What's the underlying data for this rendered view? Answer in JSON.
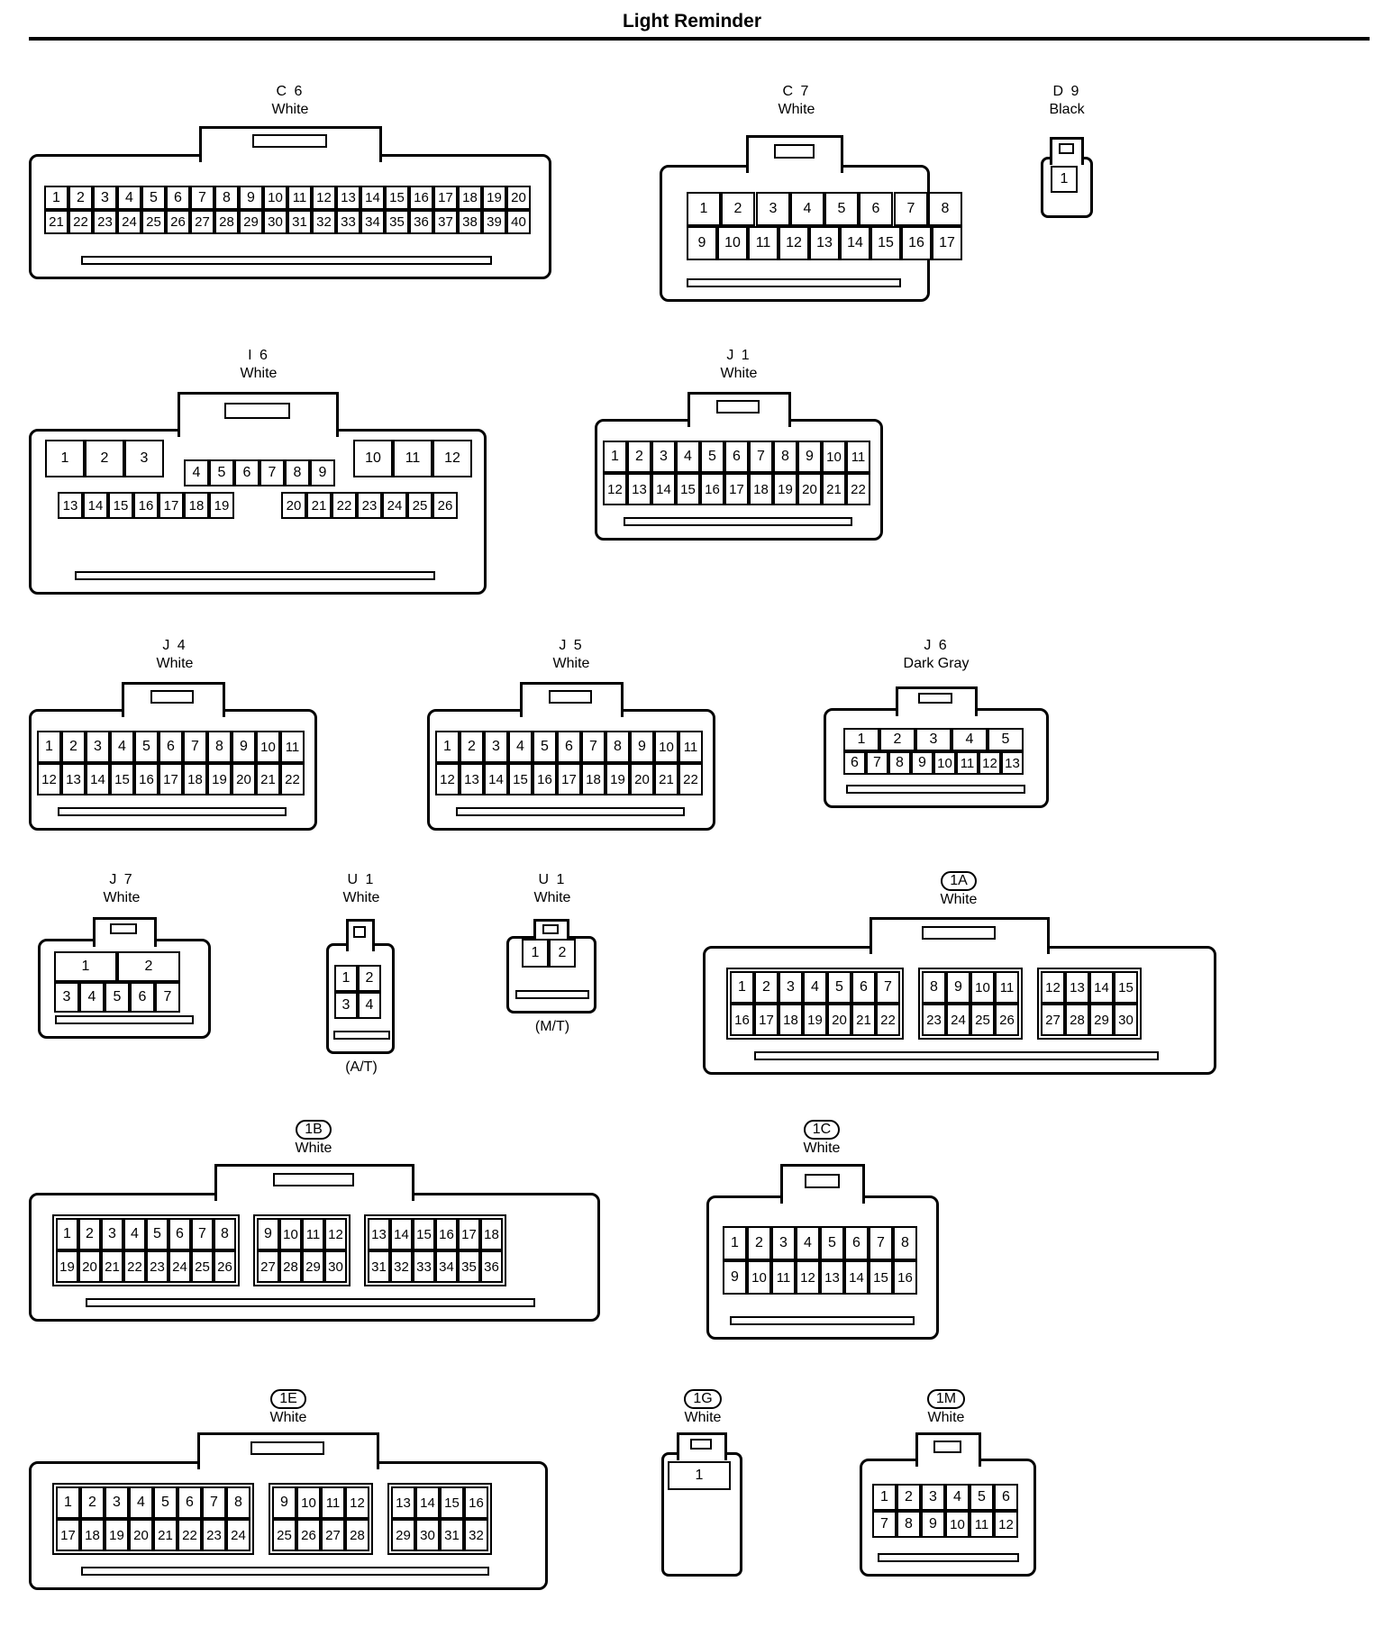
{
  "title": "Light Reminder",
  "connectors": [
    {
      "id": "C 6",
      "color": "White",
      "boxed": false,
      "rows": [
        [
          "1",
          "2",
          "3",
          "4",
          "5",
          "6",
          "7",
          "8",
          "9",
          "10",
          "11",
          "12",
          "13",
          "14",
          "15",
          "16",
          "17",
          "18",
          "19",
          "20"
        ],
        [
          "21",
          "22",
          "23",
          "24",
          "25",
          "26",
          "27",
          "28",
          "29",
          "30",
          "31",
          "32",
          "33",
          "34",
          "35",
          "36",
          "37",
          "38",
          "39",
          "40"
        ]
      ]
    },
    {
      "id": "C 7",
      "color": "White",
      "boxed": false,
      "rows": [
        [
          "1",
          "2",
          "3",
          "4",
          "5",
          "6",
          "7",
          "8"
        ],
        [
          "9",
          "10",
          "11",
          "12",
          "13",
          "14",
          "15",
          "16",
          "17"
        ]
      ]
    },
    {
      "id": "D 9",
      "color": "Black",
      "boxed": false,
      "rows": [
        [
          "1"
        ]
      ]
    },
    {
      "id": "I 6",
      "color": "White",
      "boxed": false,
      "rows": [
        [
          "1",
          "2",
          "3",
          "10",
          "11",
          "12"
        ],
        [
          "4",
          "5",
          "6",
          "7",
          "8",
          "9"
        ],
        [
          "13",
          "14",
          "15",
          "16",
          "17",
          "18",
          "19",
          "20",
          "21",
          "22",
          "23",
          "24",
          "25",
          "26"
        ]
      ]
    },
    {
      "id": "J 1",
      "color": "White",
      "boxed": false,
      "rows": [
        [
          "1",
          "2",
          "3",
          "4",
          "5",
          "6",
          "7",
          "8",
          "9",
          "10",
          "11"
        ],
        [
          "12",
          "13",
          "14",
          "15",
          "16",
          "17",
          "18",
          "19",
          "20",
          "21",
          "22"
        ]
      ]
    },
    {
      "id": "J 4",
      "color": "White",
      "boxed": false,
      "rows": [
        [
          "1",
          "2",
          "3",
          "4",
          "5",
          "6",
          "7",
          "8",
          "9",
          "10",
          "11"
        ],
        [
          "12",
          "13",
          "14",
          "15",
          "16",
          "17",
          "18",
          "19",
          "20",
          "21",
          "22"
        ]
      ]
    },
    {
      "id": "J 5",
      "color": "White",
      "boxed": false,
      "rows": [
        [
          "1",
          "2",
          "3",
          "4",
          "5",
          "6",
          "7",
          "8",
          "9",
          "10",
          "11"
        ],
        [
          "12",
          "13",
          "14",
          "15",
          "16",
          "17",
          "18",
          "19",
          "20",
          "21",
          "22"
        ]
      ]
    },
    {
      "id": "J 6",
      "color": "Dark Gray",
      "boxed": false,
      "rows": [
        [
          "1",
          "2",
          "3",
          "4",
          "5"
        ],
        [
          "6",
          "7",
          "8",
          "9",
          "10",
          "11",
          "12",
          "13"
        ]
      ]
    },
    {
      "id": "J 7",
      "color": "White",
      "boxed": false,
      "rows": [
        [
          "1",
          "2"
        ],
        [
          "3",
          "4",
          "5",
          "6",
          "7"
        ]
      ]
    },
    {
      "id": "U 1",
      "color": "White",
      "boxed": false,
      "note": "(A/T)",
      "rows": [
        [
          "1",
          "2"
        ],
        [
          "3",
          "4"
        ]
      ]
    },
    {
      "id": "U 1",
      "color": "White",
      "boxed": false,
      "note": "(M/T)",
      "rows": [
        [
          "1",
          "2"
        ]
      ]
    },
    {
      "id": "1A",
      "color": "White",
      "boxed": true,
      "groups": [
        [
          [
            "1",
            "2",
            "3",
            "4",
            "5",
            "6",
            "7"
          ],
          [
            "16",
            "17",
            "18",
            "19",
            "20",
            "21",
            "22"
          ]
        ],
        [
          [
            "8",
            "9",
            "10",
            "11"
          ],
          [
            "23",
            "24",
            "25",
            "26"
          ]
        ],
        [
          [
            "12",
            "13",
            "14",
            "15"
          ],
          [
            "27",
            "28",
            "29",
            "30"
          ]
        ]
      ]
    },
    {
      "id": "1B",
      "color": "White",
      "boxed": true,
      "groups": [
        [
          [
            "1",
            "2",
            "3",
            "4",
            "5",
            "6",
            "7",
            "8"
          ],
          [
            "19",
            "20",
            "21",
            "22",
            "23",
            "24",
            "25",
            "26"
          ]
        ],
        [
          [
            "9",
            "10",
            "11",
            "12"
          ],
          [
            "27",
            "28",
            "29",
            "30"
          ]
        ],
        [
          [
            "13",
            "14",
            "15",
            "16",
            "17",
            "18"
          ],
          [
            "31",
            "32",
            "33",
            "34",
            "35",
            "36"
          ]
        ]
      ]
    },
    {
      "id": "1C",
      "color": "White",
      "boxed": true,
      "rows": [
        [
          "1",
          "2",
          "3",
          "4",
          "5",
          "6",
          "7",
          "8"
        ],
        [
          "9",
          "10",
          "11",
          "12",
          "13",
          "14",
          "15",
          "16"
        ]
      ]
    },
    {
      "id": "1E",
      "color": "White",
      "boxed": true,
      "groups": [
        [
          [
            "1",
            "2",
            "3",
            "4",
            "5",
            "6",
            "7",
            "8"
          ],
          [
            "17",
            "18",
            "19",
            "20",
            "21",
            "22",
            "23",
            "24"
          ]
        ],
        [
          [
            "9",
            "10",
            "11",
            "12"
          ],
          [
            "25",
            "26",
            "27",
            "28"
          ]
        ],
        [
          [
            "13",
            "14",
            "15",
            "16"
          ],
          [
            "29",
            "30",
            "31",
            "32"
          ]
        ]
      ]
    },
    {
      "id": "1G",
      "color": "White",
      "boxed": true,
      "rows": [
        [
          "1"
        ]
      ]
    },
    {
      "id": "1M",
      "color": "White",
      "boxed": true,
      "rows": [
        [
          "1",
          "2",
          "3",
          "4",
          "5",
          "6"
        ],
        [
          "7",
          "8",
          "9",
          "10",
          "11",
          "12"
        ]
      ]
    }
  ]
}
